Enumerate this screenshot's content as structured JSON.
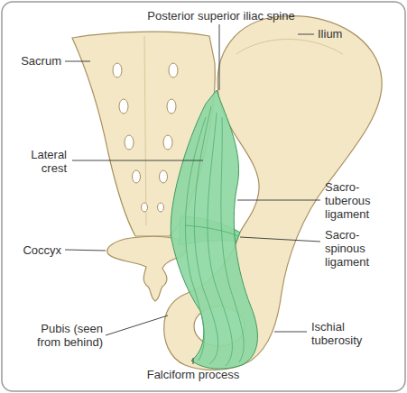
{
  "diagram": {
    "labels": [
      "Posterior superior iliac spine",
      "Ilium",
      "Sacrum",
      "Lateral crest",
      "Sacro- tuberous ligament",
      "Sacro- spinous ligament",
      "Coccyx",
      "Ischial tuberosity",
      "Pubis (seen from behind)",
      "Falciform process"
    ]
  }
}
